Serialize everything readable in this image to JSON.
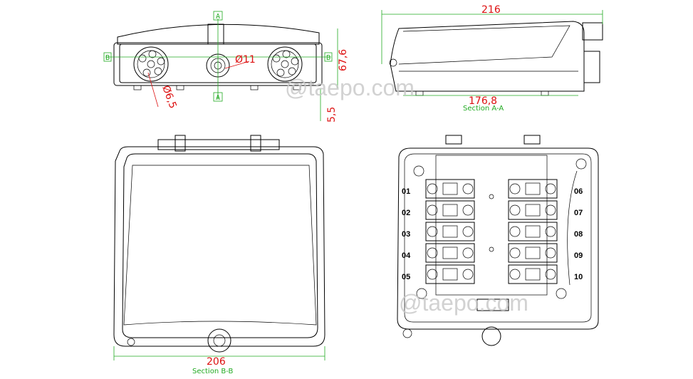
{
  "dimensions": {
    "front_section_mark": "A",
    "side_mark": "B",
    "height": "67,6",
    "hole_large": "Ø11",
    "hole_small": "Ø6,5",
    "foot": "5,5",
    "side_width": "216",
    "side_inner": "176,8",
    "bottom_width": "206"
  },
  "sections": {
    "a": "Section A-A",
    "b": "Section B-B"
  },
  "ports_left": [
    "01",
    "02",
    "03",
    "04",
    "05"
  ],
  "ports_right": [
    "06",
    "07",
    "08",
    "09",
    "10"
  ],
  "watermark": "@taepo.com"
}
